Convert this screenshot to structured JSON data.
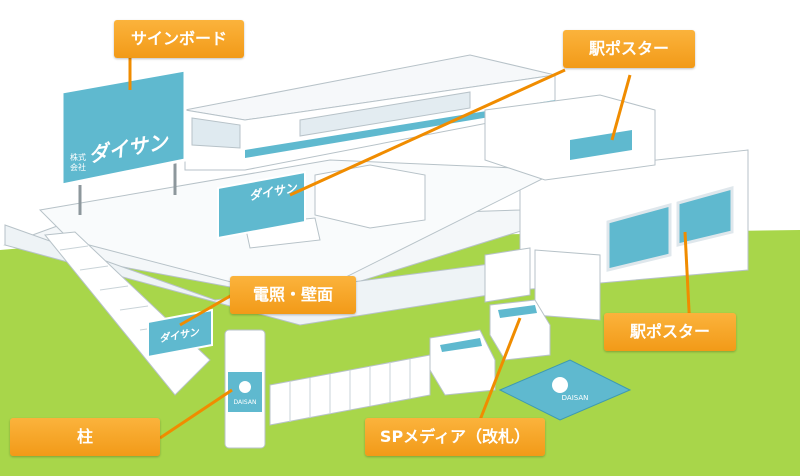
{
  "labels": {
    "signboard": "サインボード",
    "station_poster_top": "駅ポスター",
    "station_poster_right": "駅ポスター",
    "lighting_wall": "電照・壁面",
    "pillar": "柱",
    "sp_media": "SPメディア（改札）"
  },
  "brand": {
    "logo_katakana": "ダイサン",
    "logo_prefix_1": "株式",
    "logo_prefix_2": "会社",
    "logo_latin": "DAISAN"
  },
  "colors": {
    "ground": "#a8d64a",
    "structure": "#ffffff",
    "structure_shade": "#e6edf1",
    "outline": "#b7c2c8",
    "ad_blue": "#5fb9cf",
    "label_orange": "#f5a623",
    "leader_line": "#f08c00"
  }
}
